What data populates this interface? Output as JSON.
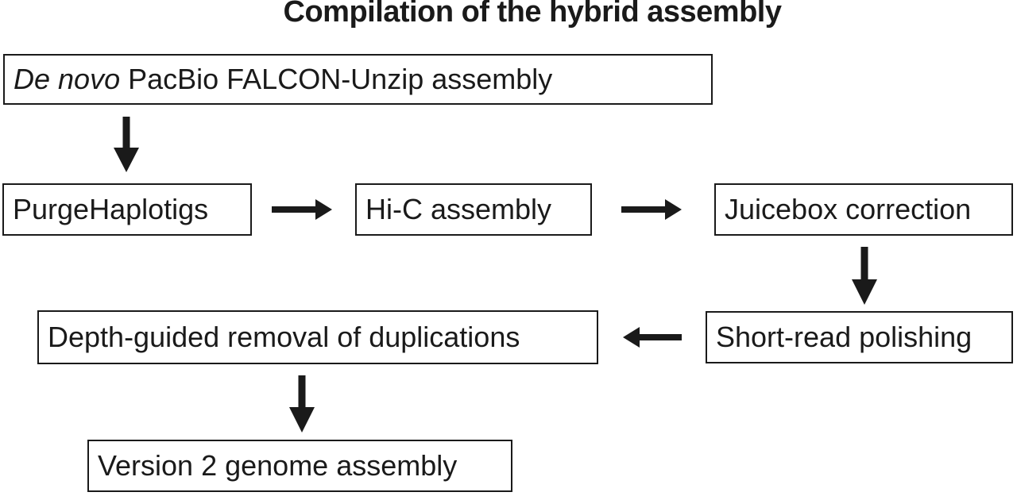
{
  "figure": {
    "title": "Compilation of the hybrid assembly",
    "colors": {
      "ink": "#1a1a1a",
      "background": "#ffffff"
    }
  },
  "diagram": {
    "type": "flowchart",
    "nodes": {
      "falcon": {
        "label_italic": "De novo",
        "label_rest": " PacBio FALCON-Unzip assembly",
        "label_full": "De novo PacBio FALCON-Unzip assembly"
      },
      "purge": {
        "label": "PurgeHaplotigs"
      },
      "hic": {
        "label": "Hi-C assembly"
      },
      "juicebox": {
        "label": "Juicebox correction"
      },
      "polish": {
        "label": "Short-read polishing"
      },
      "depth": {
        "label": "Depth-guided removal of duplications"
      },
      "v2": {
        "label": "Version 2 genome assembly"
      }
    },
    "edges": [
      {
        "from": "falcon",
        "to": "purge",
        "direction": "down"
      },
      {
        "from": "purge",
        "to": "hic",
        "direction": "right"
      },
      {
        "from": "hic",
        "to": "juicebox",
        "direction": "right"
      },
      {
        "from": "juicebox",
        "to": "polish",
        "direction": "down"
      },
      {
        "from": "polish",
        "to": "depth",
        "direction": "left"
      },
      {
        "from": "depth",
        "to": "v2",
        "direction": "down"
      }
    ]
  }
}
